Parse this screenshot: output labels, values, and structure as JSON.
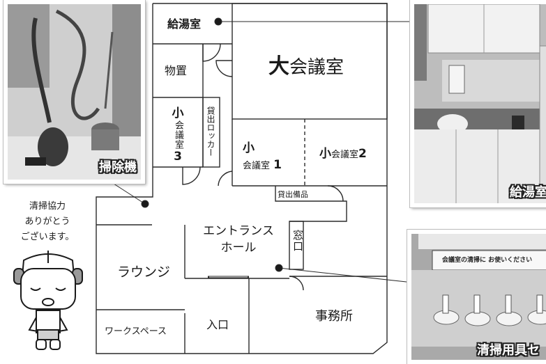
{
  "photos": {
    "vacuum": {
      "badge": "掃除機"
    },
    "kitchen": {
      "badge": "給湯室"
    },
    "cleaning": {
      "badge": "清掃用具セ",
      "sign": "会議室の清掃に お使いください"
    }
  },
  "thanks": [
    "清掃協力",
    "ありがとう",
    "ございます。"
  ],
  "rooms": {
    "kyutoshitsu": "給湯室",
    "butsuoki": "物置",
    "dai_kaigishitsu_big": "大",
    "dai_kaigishitsu_rest": "会議室",
    "sho3_a": "小",
    "sho3_b": "会議室",
    "sho3_num": "3",
    "locker": "貸出ロッカー",
    "sho1_a": "小",
    "sho1_b": "会議室",
    "sho1_num": "1",
    "sho2_a": "小",
    "sho2_b": "会議室",
    "sho2_num": "2",
    "kashidashi_bihin": "貸出備品",
    "entrance_1": "エントランス",
    "entrance_2": "ホール",
    "madoguchi": "窓口",
    "lounge": "ラウンジ",
    "workspace": "ワークスペース",
    "iriguchi": "入口",
    "jimusho": "事務所"
  },
  "colors": {
    "wall": "#2a2a2a",
    "badge_text": "#ffffff",
    "photo_bg": "#8a8a8a"
  }
}
